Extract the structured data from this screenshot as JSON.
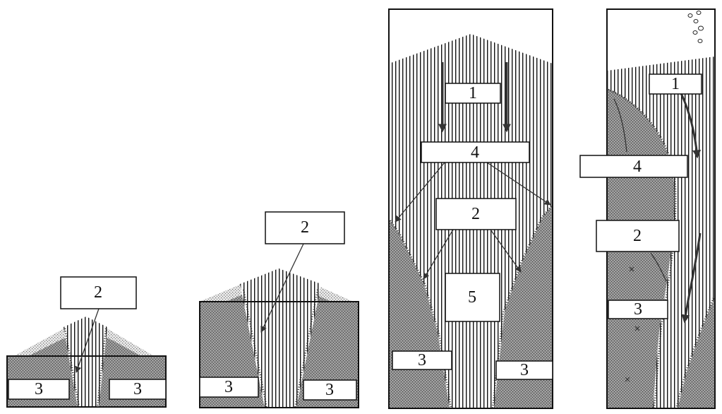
{
  "panels": [
    {
      "id": "a",
      "labels": {
        "dome": "2",
        "left": "3",
        "right": "3"
      }
    },
    {
      "id": "b",
      "labels": {
        "dome": "2",
        "left": "3",
        "right": "3"
      }
    },
    {
      "id": "c",
      "labels": {
        "top": "1",
        "upper": "4",
        "middle": "2",
        "center": "5",
        "left": "3",
        "right": "3"
      }
    },
    {
      "id": "d",
      "labels": {
        "top": "1",
        "upper": "4",
        "middle": "2",
        "lower": "3"
      }
    }
  ],
  "colors": {
    "stripe": "#111111",
    "grey_fill": "#8a8a8a",
    "dot_edge": "#d8d8d8",
    "frame": "#111111"
  }
}
